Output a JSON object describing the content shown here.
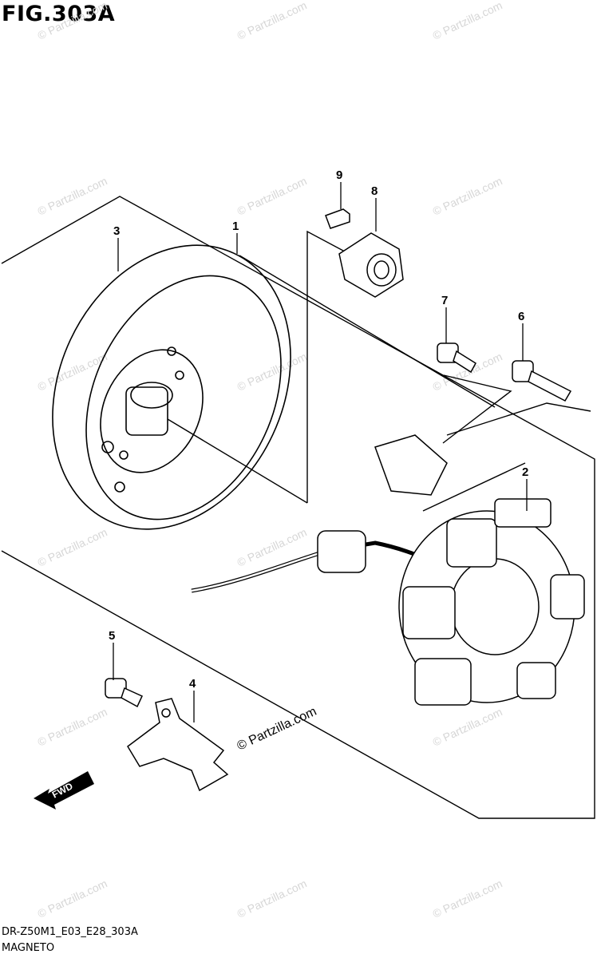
{
  "figure": {
    "title": "FIG.303A",
    "diagram_code": "DR-Z50M1_E03_E28_303A",
    "caption": "MAGNETO",
    "watermark": "© Partzilla.com",
    "fwd_label": "FWD"
  },
  "callouts": [
    {
      "id": "1",
      "part": "rotor-assembly"
    },
    {
      "id": "2",
      "part": "stator-assembly"
    },
    {
      "id": "3",
      "part": "flywheel-rotor"
    },
    {
      "id": "4",
      "part": "wire-clamp"
    },
    {
      "id": "5",
      "part": "clamp-bolt"
    },
    {
      "id": "6",
      "part": "stator-screw-long"
    },
    {
      "id": "7",
      "part": "stator-screw-short"
    },
    {
      "id": "8",
      "part": "rotor-nut"
    },
    {
      "id": "9",
      "part": "woodruff-key"
    }
  ]
}
